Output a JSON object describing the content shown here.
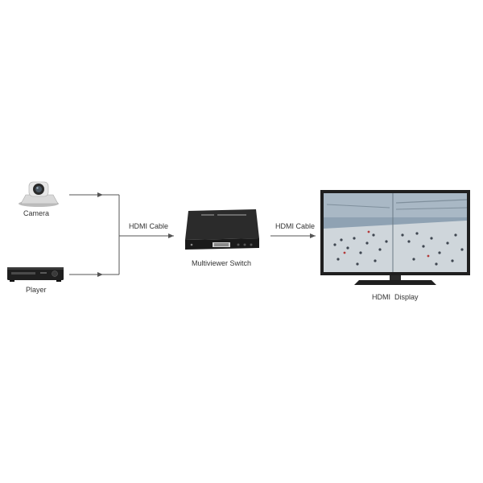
{
  "nodes": {
    "camera": {
      "label": "Camera"
    },
    "player": {
      "label": "Player"
    },
    "switch": {
      "label": "Multiviewer Switch"
    },
    "display": {
      "label": "HDMI  Display"
    }
  },
  "edges": {
    "input_cable": {
      "label": "HDMI Cable"
    },
    "output_cable": {
      "label": "HDMI Cable"
    }
  },
  "colors": {
    "line": "#555555",
    "device_dark": "#1f1f1f",
    "device_mid": "#3a3a3a",
    "camera_body": "#d9d9d9",
    "screen_floor": "#cfd6db",
    "screen_sky": "#8fa2b3"
  }
}
